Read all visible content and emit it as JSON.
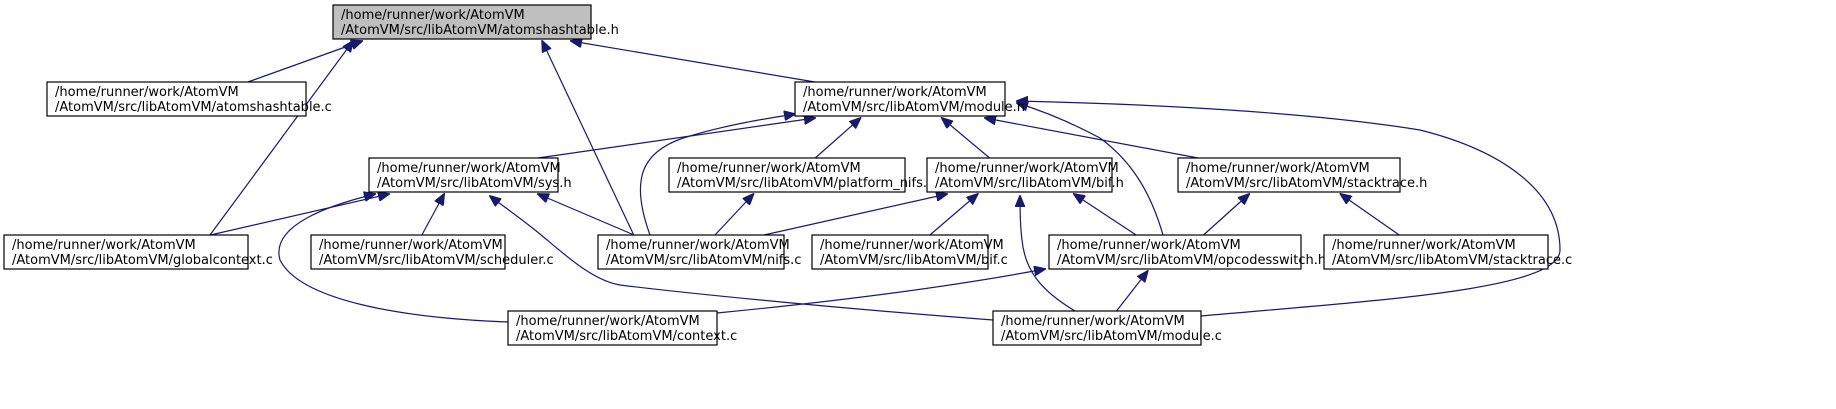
{
  "graph": {
    "nodes": [
      {
        "id": "atomshashtable_h",
        "line1": "/home/runner/work/AtomVM",
        "line2": "/AtomVM/src/libAtomVM/atomshashtable.h",
        "root": true
      },
      {
        "id": "atomshashtable_c",
        "line1": "/home/runner/work/AtomVM",
        "line2": "/AtomVM/src/libAtomVM/atomshashtable.c"
      },
      {
        "id": "module_h",
        "line1": "/home/runner/work/AtomVM",
        "line2": "/AtomVM/src/libAtomVM/module.h"
      },
      {
        "id": "sys_h",
        "line1": "/home/runner/work/AtomVM",
        "line2": "/AtomVM/src/libAtomVM/sys.h"
      },
      {
        "id": "platform_nifs_h",
        "line1": "/home/runner/work/AtomVM",
        "line2": "/AtomVM/src/libAtomVM/platform_nifs.h"
      },
      {
        "id": "bif_h",
        "line1": "/home/runner/work/AtomVM",
        "line2": "/AtomVM/src/libAtomVM/bif.h"
      },
      {
        "id": "stacktrace_h",
        "line1": "/home/runner/work/AtomVM",
        "line2": "/AtomVM/src/libAtomVM/stacktrace.h"
      },
      {
        "id": "globalcontext_c",
        "line1": "/home/runner/work/AtomVM",
        "line2": "/AtomVM/src/libAtomVM/globalcontext.c"
      },
      {
        "id": "scheduler_c",
        "line1": "/home/runner/work/AtomVM",
        "line2": "/AtomVM/src/libAtomVM/scheduler.c"
      },
      {
        "id": "nifs_c",
        "line1": "/home/runner/work/AtomVM",
        "line2": "/AtomVM/src/libAtomVM/nifs.c"
      },
      {
        "id": "bif_c",
        "line1": "/home/runner/work/AtomVM",
        "line2": "/AtomVM/src/libAtomVM/bif.c"
      },
      {
        "id": "opcodesswitch_h",
        "line1": "/home/runner/work/AtomVM",
        "line2": "/AtomVM/src/libAtomVM/opcodesswitch.h"
      },
      {
        "id": "stacktrace_c",
        "line1": "/home/runner/work/AtomVM",
        "line2": "/AtomVM/src/libAtomVM/stacktrace.c"
      },
      {
        "id": "context_c",
        "line1": "/home/runner/work/AtomVM",
        "line2": "/AtomVM/src/libAtomVM/context.c"
      },
      {
        "id": "module_c",
        "line1": "/home/runner/work/AtomVM",
        "line2": "/AtomVM/src/libAtomVM/module.c"
      }
    ],
    "edges": [
      {
        "from": "atomshashtable_c",
        "to": "atomshashtable_h"
      },
      {
        "from": "globalcontext_c",
        "to": "atomshashtable_h"
      },
      {
        "from": "nifs_c",
        "to": "atomshashtable_h"
      },
      {
        "from": "module_h",
        "to": "atomshashtable_h"
      },
      {
        "from": "sys_h",
        "to": "module_h"
      },
      {
        "from": "nifs_c",
        "to": "module_h"
      },
      {
        "from": "platform_nifs_h",
        "to": "module_h"
      },
      {
        "from": "bif_h",
        "to": "module_h"
      },
      {
        "from": "opcodesswitch_h",
        "to": "module_h"
      },
      {
        "from": "stacktrace_h",
        "to": "module_h"
      },
      {
        "from": "module_c",
        "to": "module_h"
      },
      {
        "from": "globalcontext_c",
        "to": "sys_h"
      },
      {
        "from": "scheduler_c",
        "to": "sys_h"
      },
      {
        "from": "nifs_c",
        "to": "sys_h"
      },
      {
        "from": "context_c",
        "to": "sys_h"
      },
      {
        "from": "module_c",
        "to": "sys_h"
      },
      {
        "from": "nifs_c",
        "to": "platform_nifs_h"
      },
      {
        "from": "nifs_c",
        "to": "bif_h"
      },
      {
        "from": "bif_c",
        "to": "bif_h"
      },
      {
        "from": "opcodesswitch_h",
        "to": "bif_h"
      },
      {
        "from": "module_c",
        "to": "bif_h"
      },
      {
        "from": "opcodesswitch_h",
        "to": "stacktrace_h"
      },
      {
        "from": "stacktrace_c",
        "to": "stacktrace_h"
      },
      {
        "from": "context_c",
        "to": "opcodesswitch_h"
      },
      {
        "from": "module_c",
        "to": "opcodesswitch_h"
      }
    ]
  },
  "colors": {
    "edge": "#191970",
    "root_fill": "#bfbfbf",
    "node_fill": "#ffffff",
    "node_border": "#000000"
  }
}
